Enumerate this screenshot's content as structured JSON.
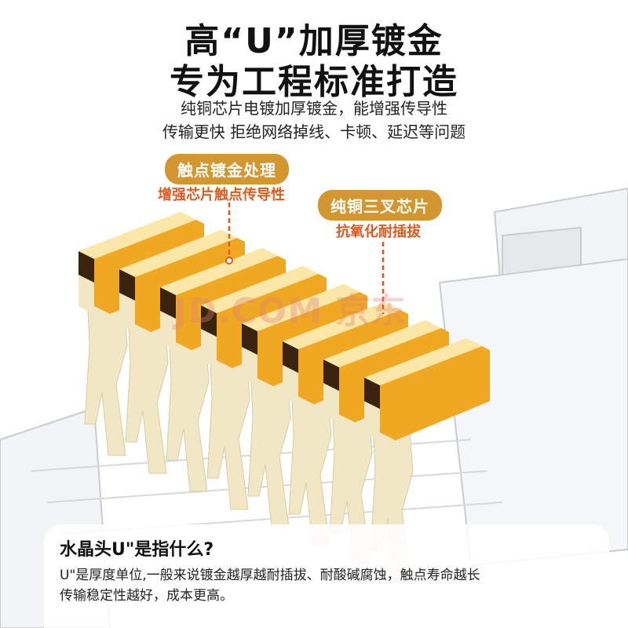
{
  "headline": {
    "line1": "高“U”加厚镀金",
    "line2": "专为工程标准打造"
  },
  "subtitle": {
    "line1": "纯铜芯片电镀加厚镀金，能增强传导性",
    "line2": "传输更快 拒绝网络掉线、卡顿、延迟等问题"
  },
  "callouts": [
    {
      "badge": "触点镀金处理",
      "note": "增强芯片触点传导性"
    },
    {
      "badge": "纯铜三叉芯片",
      "note": "抗氧化耐插拔"
    }
  ],
  "watermark": "JD.COM 京东",
  "info_box": {
    "title": "水晶头U\"是指什么?",
    "line1": "U\"是厚度单位,一般来说镀金越厚越耐插拔、耐酸碱腐蚀，触点寿命越长",
    "line2": "传输稳定性越好，成本更高。"
  },
  "pin_count": 8,
  "colors": {
    "badge": "#d4962f",
    "note": "#e05a1e",
    "gold": "#f0a823",
    "cream": "#f2e7c4",
    "dark": "#3a2410"
  }
}
